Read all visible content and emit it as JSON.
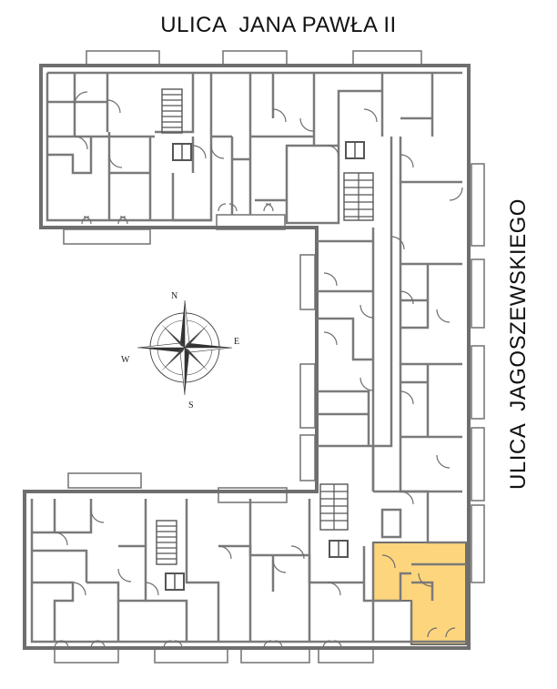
{
  "streets": {
    "top": "ULICA  JANA PAWŁA II",
    "right": "ULICA  JAGOSZEWSKIEGO"
  },
  "compass": {
    "north": "N",
    "east": "E",
    "south": "S",
    "west": "W"
  },
  "colors": {
    "wall": "#6e6e6e",
    "highlight": "#fdd57c",
    "background": "#ffffff"
  },
  "highlighted_unit": "apartment"
}
